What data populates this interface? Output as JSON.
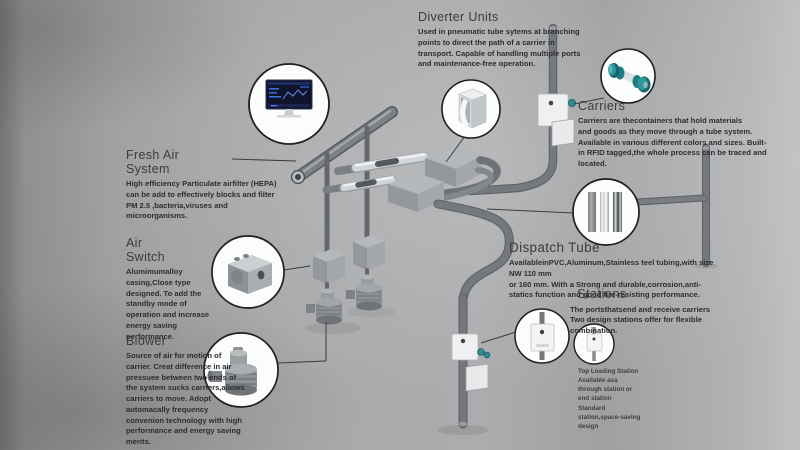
{
  "colors": {
    "background_gray": "#a8a9ab",
    "heading_text": "#3b3c3e",
    "body_text": "#2c2d2f",
    "circle_ring": "#1f1f1f",
    "circle_fill": "#fbfcfc",
    "pipe_gray": "#7d8084",
    "carrier_teal": "#2b989c",
    "screen_navy": "#10142a"
  },
  "annotations": {
    "diverter": {
      "heading": "Diverter Units",
      "body": "Used in pneumatic tube sytems at branching points to direct the path of a carrier in transport. Capable of handling multiple ports and maintenance-free operation."
    },
    "carriers": {
      "heading": "Carriers",
      "body": "Carriers are thecontainers that hold materials\nand goods as they move through a tube system. Available in various different colors and sizes. Built-in RFID tagged,the whole process can be traced and located."
    },
    "fresh_air": {
      "heading": "Fresh Air\nSystem",
      "body": "High efficiency Particulate airfilter (HEPA)\ncan be add to effectively blocks and filter PM 2.5 ,bacteria,viruses and microorganisms."
    },
    "air_switch": {
      "heading": "Air\nSwitch",
      "body": "Alumimumalloy casing,Close type designed. To add the standby mode of operation and increase energy saving performance."
    },
    "blower": {
      "heading": "Blower",
      "body": "Source of air for motion of carrier. Creat difference in air pressuee between two ends of the system sucks carriers,allows carriers to move. Adopt automacally frequency convenion technology with high performance and energy saving merits."
    },
    "dispatch": {
      "heading": "Dispatch Tube",
      "body": "AvailableinPVC,Aluminum,Stainless teel tubing,with size NW 110 mm\nor 160 mm. With a Strong and durable,corrosion,anti-statics function and good fire-resisting performance."
    },
    "stations": {
      "heading": "Stations",
      "body": "The portsthatsend and receive carriers\nTwo design stations offer for flexible\ncombination."
    },
    "top_loading": {
      "body": "Top Loading Station\nAvailable asa through station or end station\nStandard station,space-saving design"
    }
  },
  "badges": {
    "monitor": "control-system-monitor",
    "diverter": "diverter-unit-3d",
    "carriers": "carrier-capsule",
    "air_switch": "air-switch-box",
    "blower": "blower-pump",
    "dispatch": "tube-material-samples",
    "station_wall": "wall-station",
    "station_top": "top-loading-station"
  }
}
